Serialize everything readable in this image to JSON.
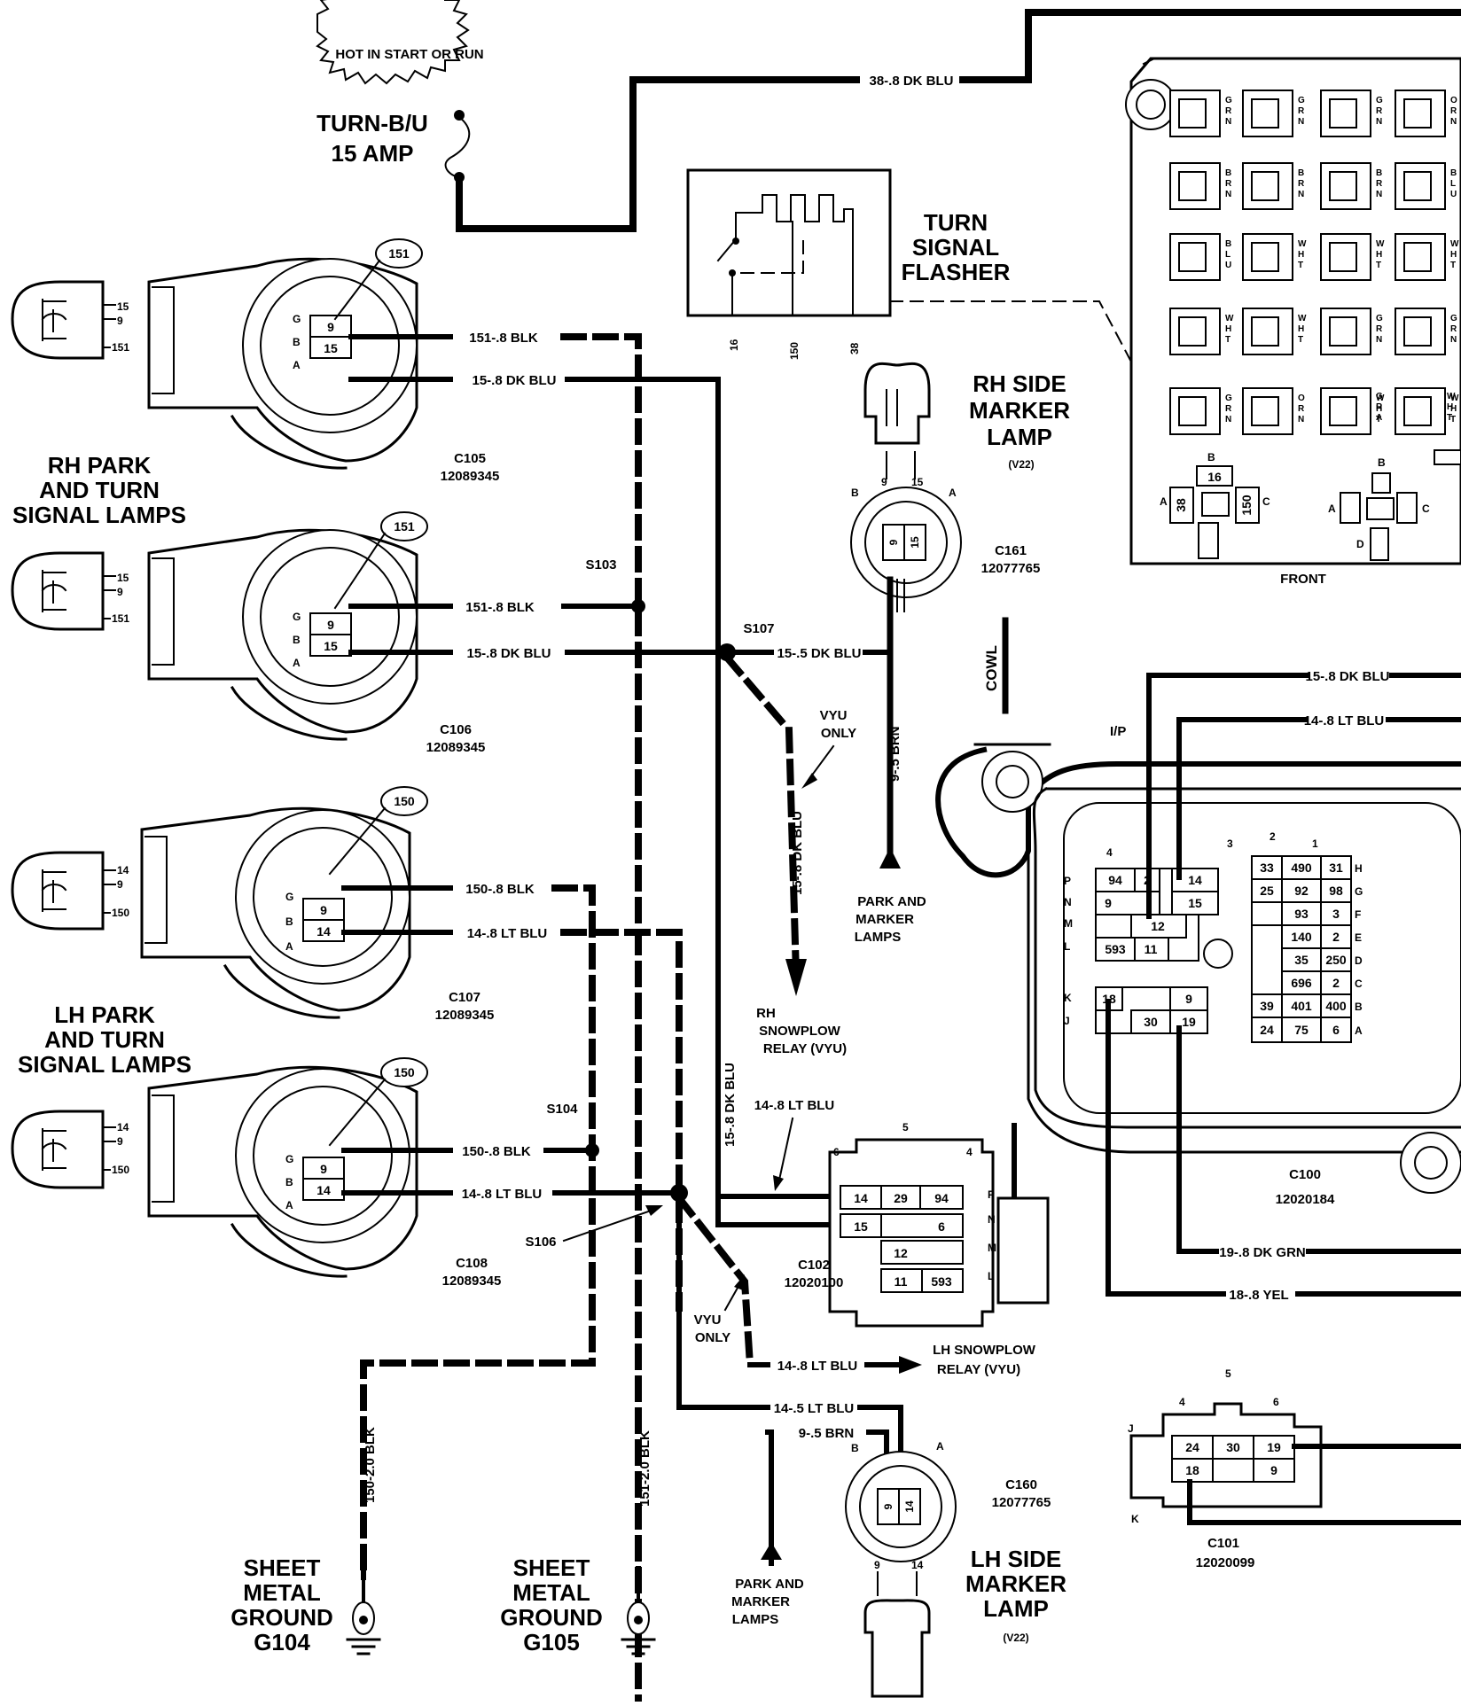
{
  "banner": "HOT IN START OR RUN",
  "fuse": {
    "name": "TURN-B/U",
    "rating": "15 AMP"
  },
  "flasher": {
    "line1": "TURN",
    "line2": "SIGNAL",
    "line3": "FLASHER",
    "pins": [
      "16",
      "150",
      "38"
    ]
  },
  "groups": {
    "rh_park": [
      "RH PARK",
      "AND TURN",
      "SIGNAL LAMPS"
    ],
    "lh_park": [
      "LH PARK",
      "AND TURN",
      "SIGNAL LAMPS"
    ],
    "rh_side": [
      "RH SIDE",
      "MARKER",
      "LAMP",
      "(V22)"
    ],
    "lh_side": [
      "LH SIDE",
      "MARKER",
      "LAMP",
      "(V22)"
    ],
    "g104": [
      "SHEET",
      "METAL",
      "GROUND",
      "G104"
    ],
    "g105": [
      "SHEET",
      "METAL",
      "GROUND",
      "G105"
    ]
  },
  "connectors": {
    "c105": {
      "name": "C105",
      "part": "12089345",
      "tag": "151",
      "pins": [
        "15",
        "9",
        "151"
      ],
      "top": "9",
      "bottom": "15"
    },
    "c106": {
      "name": "C106",
      "part": "12089345",
      "tag": "151",
      "pins": [
        "15",
        "9",
        "151"
      ],
      "top": "9",
      "bottom": "15"
    },
    "c107": {
      "name": "C107",
      "part": "12089345",
      "tag": "150",
      "pins": [
        "14",
        "9",
        "150"
      ],
      "top": "9",
      "bottom": "14"
    },
    "c108": {
      "name": "C108",
      "part": "12089345",
      "tag": "150",
      "pins": [
        "14",
        "9",
        "150"
      ],
      "top": "9",
      "bottom": "14"
    },
    "gba": [
      "G",
      "B",
      "A"
    ],
    "c161": {
      "name": "C161",
      "part": "12077765",
      "pins": [
        "9",
        "15"
      ],
      "b": "B",
      "a": "A"
    },
    "c160": {
      "name": "C160",
      "part": "12077765",
      "pins": [
        "9",
        "14"
      ],
      "b": "B",
      "a": "A"
    },
    "c100": {
      "name": "C100",
      "part": "12020184"
    },
    "c101": {
      "name": "C101",
      "part": "12020099",
      "cells": [
        "24",
        "30",
        "19",
        "18",
        "9"
      ],
      "letters": [
        "J",
        "K"
      ],
      "nums": [
        "4",
        "5",
        "6"
      ]
    },
    "c102": {
      "name": "C102",
      "part": "12020100",
      "cells": [
        "14",
        "29",
        "94",
        "15",
        "6",
        "12",
        "11",
        "593"
      ],
      "rows": [
        "P",
        "N",
        "M",
        "L"
      ],
      "nums": [
        "6",
        "5",
        "4"
      ]
    }
  },
  "wires": {
    "w38": "38-.8 DK BLU",
    "w151a": "151-.8 BLK",
    "w15a": "15-.8 DK BLU",
    "w151b": "151-.8 BLK",
    "w15b": "15-.8 DK BLU",
    "w150a": "150-.8 BLK",
    "w14a": "14-.8 LT BLU",
    "w150b": "150-.8 BLK",
    "w14b": "14-.8 LT BLU",
    "w15c": "15-.5 DK BLU",
    "w9brn": "9-.5 BRN",
    "w15v": "15-.8 DK BLU",
    "w15v2": "15-.8 DK BLU",
    "w14c": "14-.8 LT BLU",
    "w14d": "14-.8 LT BLU",
    "w14e": "14-.5 LT BLU",
    "w9brn2": "9-.5 BRN",
    "w150g": "150-2.0 BLK",
    "w151g": "151-2.0 BLK",
    "r15": "15-.8 DK BLU",
    "r14": "14-.8 LT BLU",
    "r19": "19-.8 DK GRN",
    "r18": "18-.8 YEL"
  },
  "splices": {
    "s103": "S103",
    "s104": "S104",
    "s106": "S106",
    "s107": "S107"
  },
  "notes": {
    "vyu1": [
      "VYU",
      "ONLY"
    ],
    "vyu2": [
      "VYU",
      "ONLY"
    ],
    "rh_relay": [
      "RH",
      "SNOWPLOW",
      "RELAY (VYU)"
    ],
    "lh_relay": [
      "LH SNOWPLOW",
      "RELAY (VYU)"
    ],
    "pm1": [
      "PARK AND",
      "MARKER",
      "LAMPS"
    ],
    "pm2": [
      "PARK AND",
      "MARKER",
      "LAMPS"
    ],
    "cowl": "COWL",
    "ip": "I/P",
    "front": "FRONT"
  },
  "fuseblock": {
    "colors": [
      "GRN",
      "GRN",
      "GRN",
      "ORN",
      "BRN",
      "BRN",
      "BRN",
      "BLU",
      "BLU",
      "WHT",
      "WHT",
      "WHT",
      "WHT",
      "WHT",
      "GRN",
      "GRN",
      "GRN",
      "ORN",
      "WHT",
      "WHT",
      "WHT",
      "GRA"
    ],
    "relay": {
      "top": "16",
      "left": "38",
      "right": "150",
      "b": "B",
      "a": "A",
      "c": "C",
      "b2": "B",
      "a2": "A",
      "c2": "C",
      "d": "D"
    }
  },
  "c100_grid": {
    "cols": [
      "4",
      "3",
      "2",
      "1"
    ],
    "left_rows": [
      "P",
      "N",
      "M",
      "L"
    ],
    "right_rows": [
      "H",
      "G",
      "F",
      "E",
      "D",
      "C",
      "B",
      "A"
    ],
    "lower_rows": [
      "K",
      "J"
    ],
    "cells": [
      "94",
      "2",
      "14",
      "9",
      "15",
      "12",
      "593",
      "11",
      "33",
      "490",
      "31",
      "25",
      "92",
      "98",
      "93",
      "3",
      "140",
      "2",
      "35",
      "250",
      "696",
      "2",
      "39",
      "401",
      "400",
      "24",
      "75",
      "6",
      "18",
      "9",
      "30",
      "19"
    ]
  }
}
